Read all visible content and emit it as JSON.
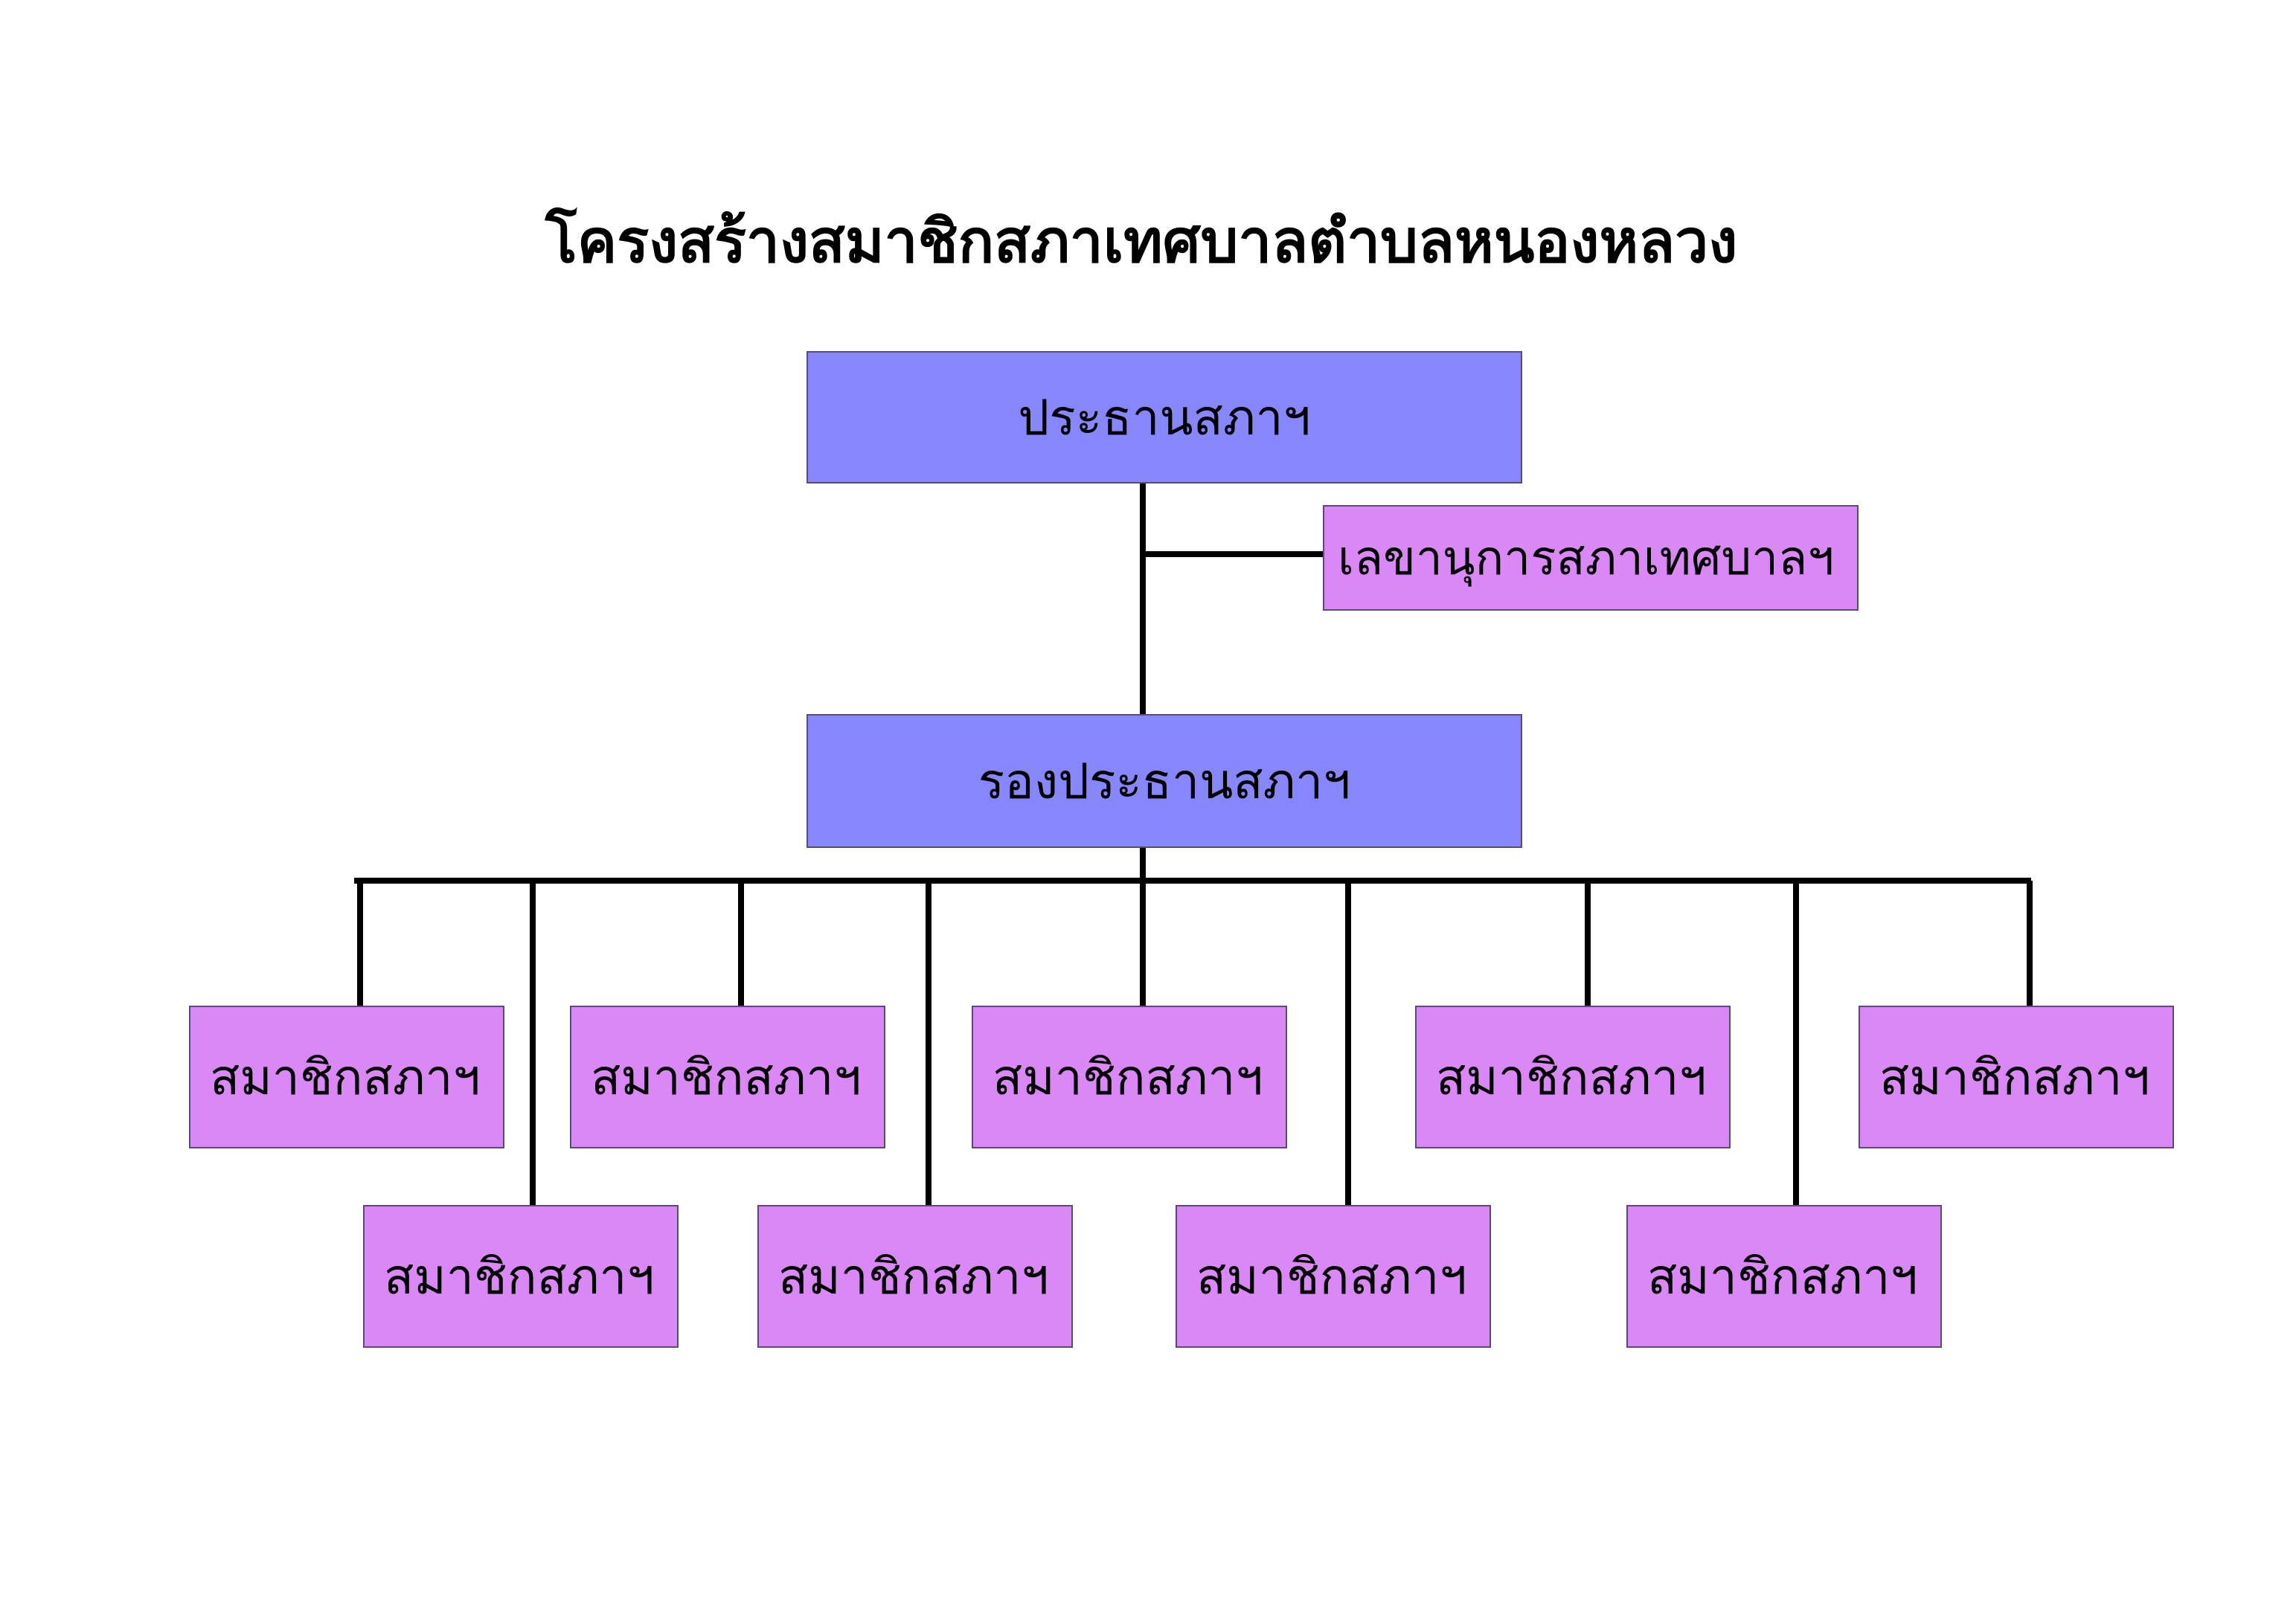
{
  "title": "โครงสร้างสมาชิกสภาเทศบาลตำบลหนองหลวง",
  "colors": {
    "leader_box": "#8787fb",
    "member_box": "#db88f7",
    "connector": "#000000"
  },
  "nodes": {
    "president": "ประธานสภาฯ",
    "secretary": "เลขานุการสภาเทศบาลฯ",
    "vice_president": "รองประธานสภาฯ",
    "members_row1": [
      "สมาชิกสภาฯ",
      "สมาชิกสภาฯ",
      "สมาชิกสภาฯ",
      "สมาชิกสภาฯ",
      "สมาชิกสภาฯ"
    ],
    "members_row2": [
      "สมาชิกสภาฯ",
      "สมาชิกสภาฯ",
      "สมาชิกสภาฯ",
      "สมาชิกสภาฯ"
    ]
  }
}
